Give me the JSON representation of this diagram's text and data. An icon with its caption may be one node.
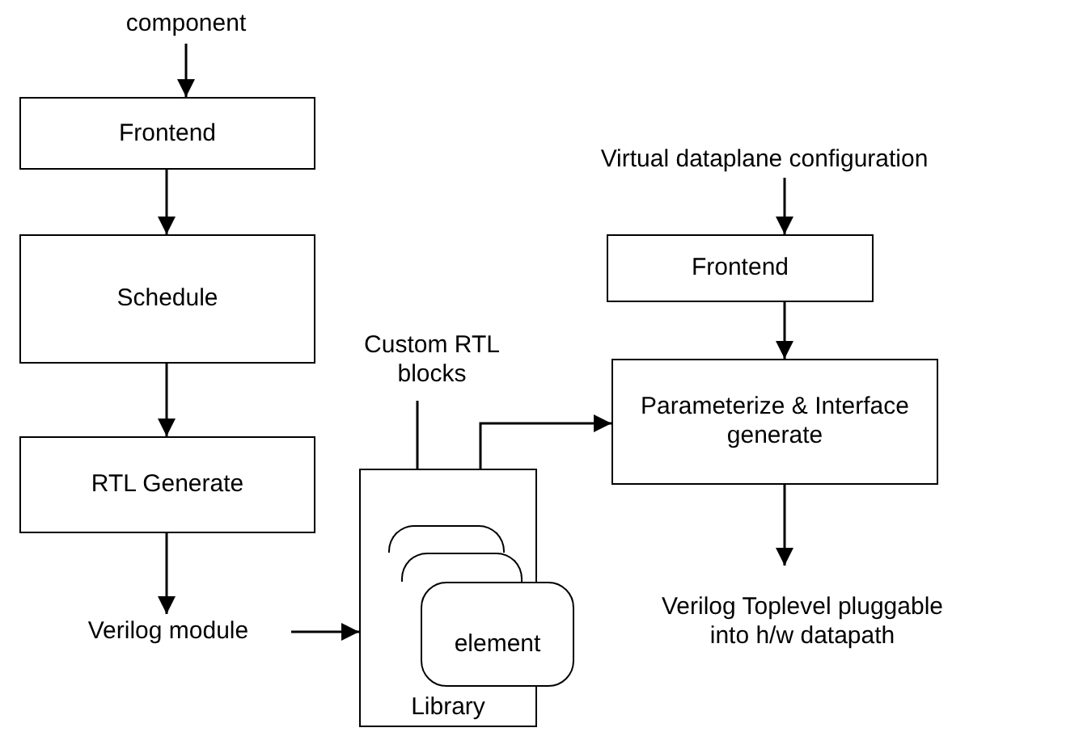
{
  "diagram": {
    "nodes": [
      {
        "text": [
          "component"
        ]
      },
      {
        "text": [
          "Frontend"
        ]
      },
      {
        "text": [
          "Schedule"
        ]
      },
      {
        "text": [
          "RTL Generate"
        ]
      },
      {
        "text": [
          "Verilog module"
        ]
      },
      {
        "text": [
          "Library"
        ]
      },
      {
        "text": [],
        "shape": "box",
        "in": 5
      },
      {
        "text": [],
        "shape": "box",
        "in": 5
      },
      {
        "text": [
          "element"
        ]
      },
      {
        "text": [
          "Custom RTL blocks"
        ]
      },
      {
        "text": [
          "Virtual dataplane configuration"
        ]
      },
      {
        "text": [
          "Frontend"
        ]
      },
      {
        "text": [
          "Parameterize & Interface generate"
        ]
      },
      {
        "text": [
          "Verilog Toplevel pluggable into h/w datapath"
        ]
      }
    ],
    "edges": [
      {
        "from": 0,
        "to": 1,
        "arrow": "to"
      },
      {
        "from": 1,
        "to": 2,
        "arrow": "to"
      },
      {
        "from": 2,
        "to": 3,
        "arrow": "to"
      },
      {
        "from": 3,
        "to": 4,
        "arrow": "to"
      },
      {
        "from": 4,
        "to": 5,
        "arrow": "to"
      },
      {
        "from": 9,
        "to": 6,
        "arrow": "to"
      },
      {
        "from": 5,
        "to": 12,
        "arrow": "to"
      },
      {
        "from": 10,
        "to": 11,
        "arrow": "to"
      },
      {
        "from": 11,
        "to": 12,
        "arrow": "to"
      },
      {
        "from": 12,
        "to": 13,
        "arrow": "to"
      }
    ]
  }
}
